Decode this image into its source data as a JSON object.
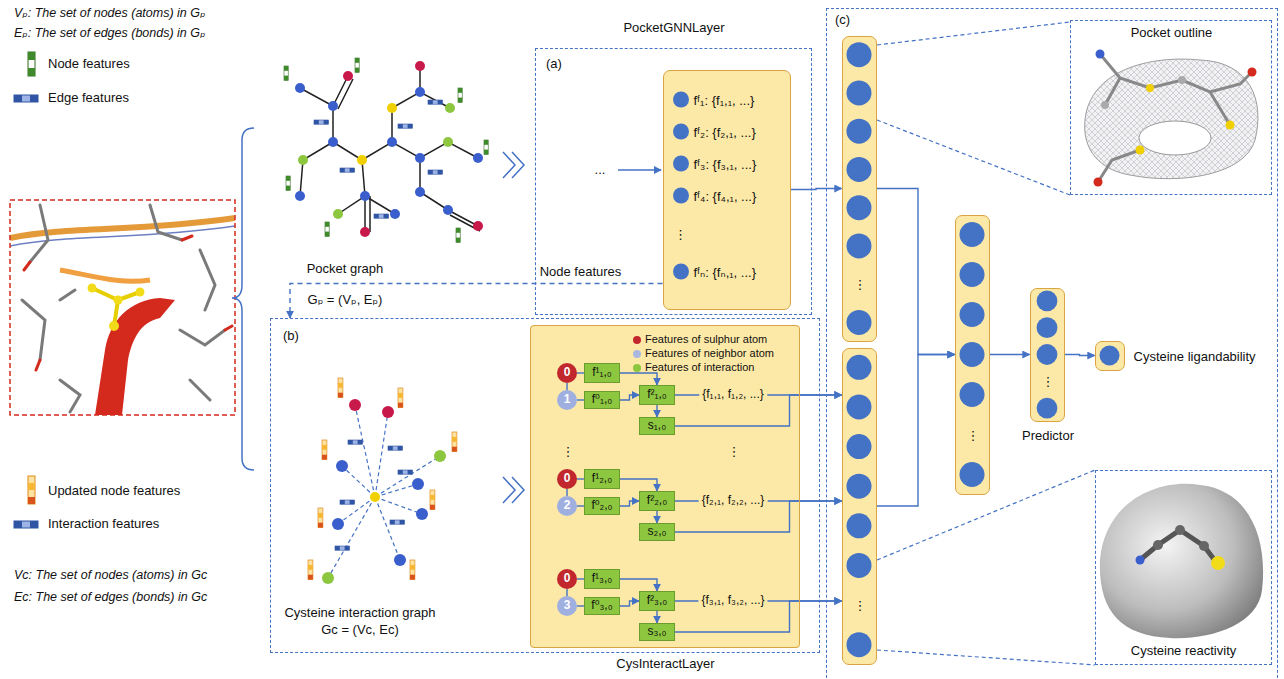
{
  "diagram": {
    "nodes": [
      {
        "text": [
          "PocketGNNLayer",
          "(a)"
        ]
      },
      {
        "text": [
          "fᶠ₁: {f₁,₁, ...}",
          "fᶠ₂: {f₂,₁, ...}",
          "fᶠ₃: {f₃,₁, ...}",
          "fᶠ₄: {f₄,₁, ...}",
          "⋮",
          "fᶠₙ: {fₙ,₁, ...}"
        ],
        "in": 0
      },
      {
        "text": [
          "(b)"
        ]
      },
      {
        "text": [
          "CysInteractLayer"
        ],
        "in": 2
      },
      {
        "text": [
          "0"
        ],
        "in": 3
      },
      {
        "text": [
          "1"
        ],
        "in": 3
      },
      {
        "text": [
          "f¹₁,₀"
        ],
        "in": 3
      },
      {
        "text": [
          "f⁰₁,₀"
        ],
        "in": 3
      },
      {
        "text": [
          "f²₁,₀"
        ],
        "in": 3
      },
      {
        "text": [
          "s₁,₀"
        ],
        "in": 3
      },
      {
        "text": [
          "0"
        ],
        "in": 3
      },
      {
        "text": [
          "2"
        ],
        "in": 3
      },
      {
        "text": [
          "f¹₂,₀"
        ],
        "in": 3
      },
      {
        "text": [
          "f⁰₂,₀"
        ],
        "in": 3
      },
      {
        "text": [
          "f²₂,₀"
        ],
        "in": 3
      },
      {
        "text": [
          "s₂,₀"
        ],
        "in": 3
      },
      {
        "text": [
          "0"
        ],
        "in": 3
      },
      {
        "text": [
          "3"
        ],
        "in": 3
      },
      {
        "text": [
          "f¹₃,₀"
        ],
        "in": 3
      },
      {
        "text": [
          "f⁰₃,₀"
        ],
        "in": 3
      },
      {
        "text": [
          "f²₃,₀"
        ],
        "in": 3
      },
      {
        "text": [
          "s₃,₀"
        ],
        "in": 3
      },
      {
        "text": [
          "(c)"
        ]
      },
      {
        "text": [
          "⋮"
        ],
        "in": 22
      },
      {
        "text": [
          "⋮"
        ],
        "in": 22
      },
      {
        "text": [
          "⋮"
        ],
        "in": 22
      },
      {
        "text": [
          "⋮",
          "Predictor"
        ],
        "in": 22
      },
      {
        "text": [
          "Cysteine ligandability"
        ],
        "in": 22
      },
      {
        "text": [
          "Pocket outline"
        ],
        "in": 22
      },
      {
        "text": [
          "Cysteine reactivity"
        ],
        "in": 22
      }
    ],
    "edges": [
      {
        "from": 1,
        "to": 2,
        "arrow": "to",
        "label": "Node features"
      },
      {
        "from": 1,
        "to": 23,
        "arrow": "to"
      },
      {
        "from": 4,
        "to": 5,
        "arrow": "none"
      },
      {
        "from": 4,
        "to": 6,
        "arrow": "none"
      },
      {
        "from": 5,
        "to": 7,
        "arrow": "none"
      },
      {
        "from": 6,
        "to": 8,
        "arrow": "to"
      },
      {
        "from": 7,
        "to": 8,
        "arrow": "to"
      },
      {
        "from": 8,
        "to": 9,
        "arrow": "to"
      },
      {
        "from": 8,
        "to": 24,
        "arrow": "to",
        "label": "{f₁,₁, f₁,₂, ...}"
      },
      {
        "from": 9,
        "to": 24,
        "arrow": "to"
      },
      {
        "from": 10,
        "to": 11,
        "arrow": "none"
      },
      {
        "from": 10,
        "to": 12,
        "arrow": "none"
      },
      {
        "from": 11,
        "to": 13,
        "arrow": "none"
      },
      {
        "from": 12,
        "to": 14,
        "arrow": "to"
      },
      {
        "from": 13,
        "to": 14,
        "arrow": "to"
      },
      {
        "from": 14,
        "to": 15,
        "arrow": "to"
      },
      {
        "from": 14,
        "to": 24,
        "arrow": "to",
        "label": "{f₂,₁, f₂,₂, ...}"
      },
      {
        "from": 15,
        "to": 24,
        "arrow": "to"
      },
      {
        "from": 16,
        "to": 17,
        "arrow": "none"
      },
      {
        "from": 16,
        "to": 18,
        "arrow": "none"
      },
      {
        "from": 17,
        "to": 19,
        "arrow": "none"
      },
      {
        "from": 18,
        "to": 20,
        "arrow": "to"
      },
      {
        "from": 19,
        "to": 20,
        "arrow": "to"
      },
      {
        "from": 20,
        "to": 21,
        "arrow": "to"
      },
      {
        "from": 20,
        "to": 24,
        "arrow": "to",
        "label": "{f₃,₁, f₃,₂, ...}"
      },
      {
        "from": 21,
        "to": 24,
        "arrow": "to"
      },
      {
        "from": 23,
        "to": 25,
        "arrow": "to"
      },
      {
        "from": 24,
        "to": 25,
        "arrow": "to"
      },
      {
        "from": 25,
        "to": 26,
        "arrow": "to"
      },
      {
        "from": 26,
        "to": 27,
        "arrow": "to"
      }
    ],
    "labels": [
      "Vₚ: The set of nodes (atoms) in Gₚ",
      "Eₚ: The set of edges (bonds) in Gₚ",
      "Pocket graph",
      "Gₚ = (Vₚ, Eₚ)",
      "...",
      "Cysteine interaction graph",
      "Gc = (Vc, Ec)",
      "Vc: The set of nodes (atoms) in Gc",
      "Ec: The set of edges (bonds) in Gc",
      "⋮",
      "⋮"
    ],
    "legend": [
      {
        "text": "Node features"
      },
      {
        "text": "Edge features"
      },
      {
        "text": "Updated node features"
      },
      {
        "text": "Interaction features"
      },
      {
        "text": "Features of sulphur atom",
        "color": "#c1272d"
      },
      {
        "text": "Features of neighbor atom",
        "color": "#aab8e0"
      },
      {
        "text": "Features of interaction",
        "color": "#8dc63f"
      }
    ]
  }
}
